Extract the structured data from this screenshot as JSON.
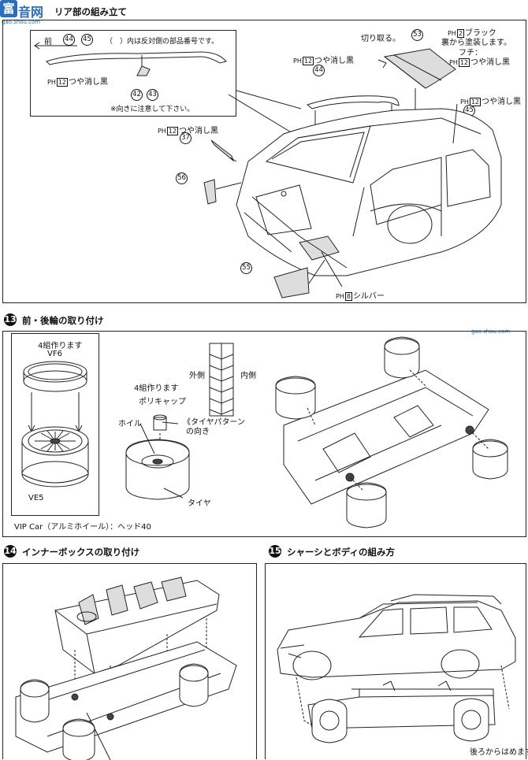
{
  "watermark": {
    "logo_char": "富",
    "brand": "音网",
    "url": "gao.shou.com",
    "url2": "gao.shou.com"
  },
  "step12": {
    "title": "リア部の組み立て",
    "labels": {
      "front": "前",
      "paren_note": "（　）内は反対側の部品番号です。",
      "paint_flat_black": "つや消し黒",
      "paint_num_12": "12",
      "attention": "※向きに注意して下さい。",
      "cut_off": "切り取る。",
      "black_num": "2",
      "black_text": "ブラック",
      "back_paint": "裏から塗装します。",
      "edge": "フチ：",
      "silver_num": "8",
      "silver": "シルバー",
      "ph": "PH"
    },
    "parts": [
      "44",
      "45",
      "42",
      "43",
      "37",
      "53",
      "56",
      "55"
    ]
  },
  "step13": {
    "num": "13",
    "title": "前・後輪の取り付け",
    "make4": "4組作ります",
    "vf6": "VF6",
    "ve5": "VE5",
    "make4b": "4組作ります",
    "polycap": "ポリキャップ",
    "wheel": "ホイル",
    "tire": "タイヤ",
    "outer": "外側",
    "inner": "内側",
    "tread_note_1": "《タイヤパターン",
    "tread_note_2": "の向き",
    "vip_note": "VIP Car（アルミホイール）：ヘッド40"
  },
  "step14": {
    "num": "14",
    "title": "インナーボックスの取り付け"
  },
  "step15": {
    "num": "15",
    "title": "シャーシとボディの組み方",
    "note": "後ろからはめます。"
  }
}
